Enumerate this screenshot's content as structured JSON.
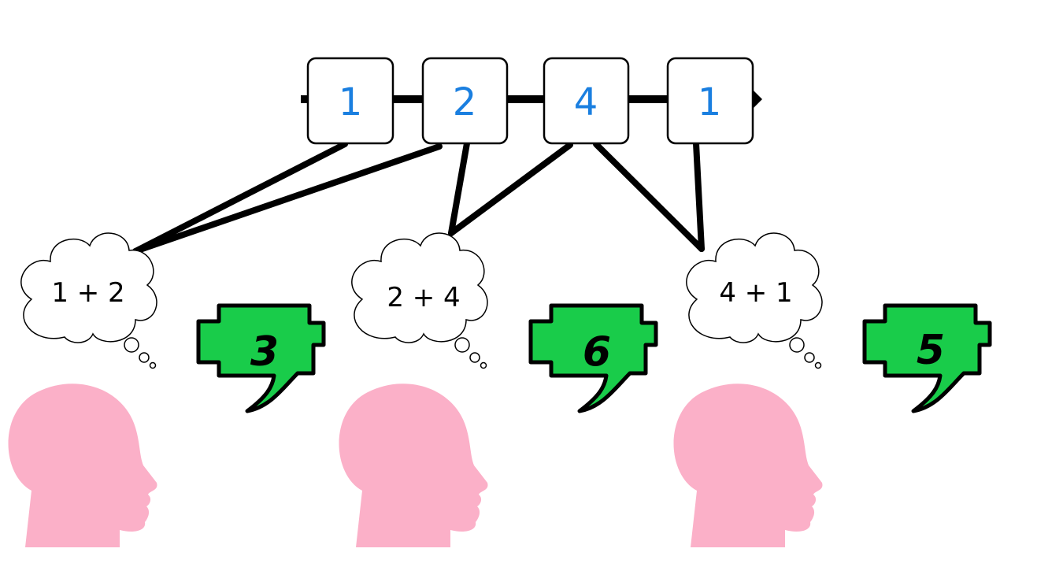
{
  "colors": {
    "box_number": "#1a7fe0",
    "box_border": "#000000",
    "line": "#000000",
    "head": "#fbb0c8",
    "speech_fill": "#19cc4a",
    "speech_border": "#000000",
    "speech_text": "#000000",
    "thought_fill": "#ffffff",
    "thought_text": "#000000"
  },
  "sequence": {
    "values": [
      "1",
      "2",
      "4",
      "1"
    ]
  },
  "workers": [
    {
      "thought": "1 + 2",
      "answer": "3",
      "connects_to_boxes": [
        0,
        1
      ]
    },
    {
      "thought": "2 + 4",
      "answer": "6",
      "connects_to_boxes": [
        1,
        2
      ]
    },
    {
      "thought": "4 + 1",
      "answer": "5",
      "connects_to_boxes": [
        2,
        3
      ]
    }
  ]
}
